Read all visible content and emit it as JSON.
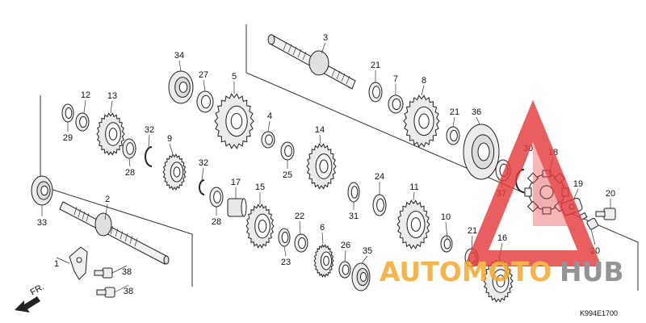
{
  "diagram": {
    "diagram_code": "K994E1700",
    "direction_label": "FR.",
    "callouts": [
      {
        "number": "1"
      },
      {
        "number": "2"
      },
      {
        "number": "3"
      },
      {
        "number": "4"
      },
      {
        "number": "5"
      },
      {
        "number": "6"
      },
      {
        "number": "7"
      },
      {
        "number": "8"
      },
      {
        "number": "9"
      },
      {
        "number": "10"
      },
      {
        "number": "11"
      },
      {
        "number": "12"
      },
      {
        "number": "13"
      },
      {
        "number": "14"
      },
      {
        "number": "15"
      },
      {
        "number": "16"
      },
      {
        "number": "17"
      },
      {
        "number": "18"
      },
      {
        "number": "19"
      },
      {
        "number": "20"
      },
      {
        "number": "20"
      },
      {
        "number": "21"
      },
      {
        "number": "21"
      },
      {
        "number": "21"
      },
      {
        "number": "22"
      },
      {
        "number": "23"
      },
      {
        "number": "24"
      },
      {
        "number": "25"
      },
      {
        "number": "26"
      },
      {
        "number": "27"
      },
      {
        "number": "28"
      },
      {
        "number": "28"
      },
      {
        "number": "29"
      },
      {
        "number": "30"
      },
      {
        "number": "31"
      },
      {
        "number": "32"
      },
      {
        "number": "32"
      },
      {
        "number": "33"
      },
      {
        "number": "34"
      },
      {
        "number": "35"
      },
      {
        "number": "36"
      },
      {
        "number": "37"
      },
      {
        "number": "38"
      },
      {
        "number": "38"
      }
    ]
  },
  "watermark": {
    "text_part1": "AUTOMOTO",
    "text_part2": "HUB",
    "colors": {
      "red": "#e53b3b",
      "orange": "#f5a623",
      "gray": "#7d7d7d"
    }
  }
}
